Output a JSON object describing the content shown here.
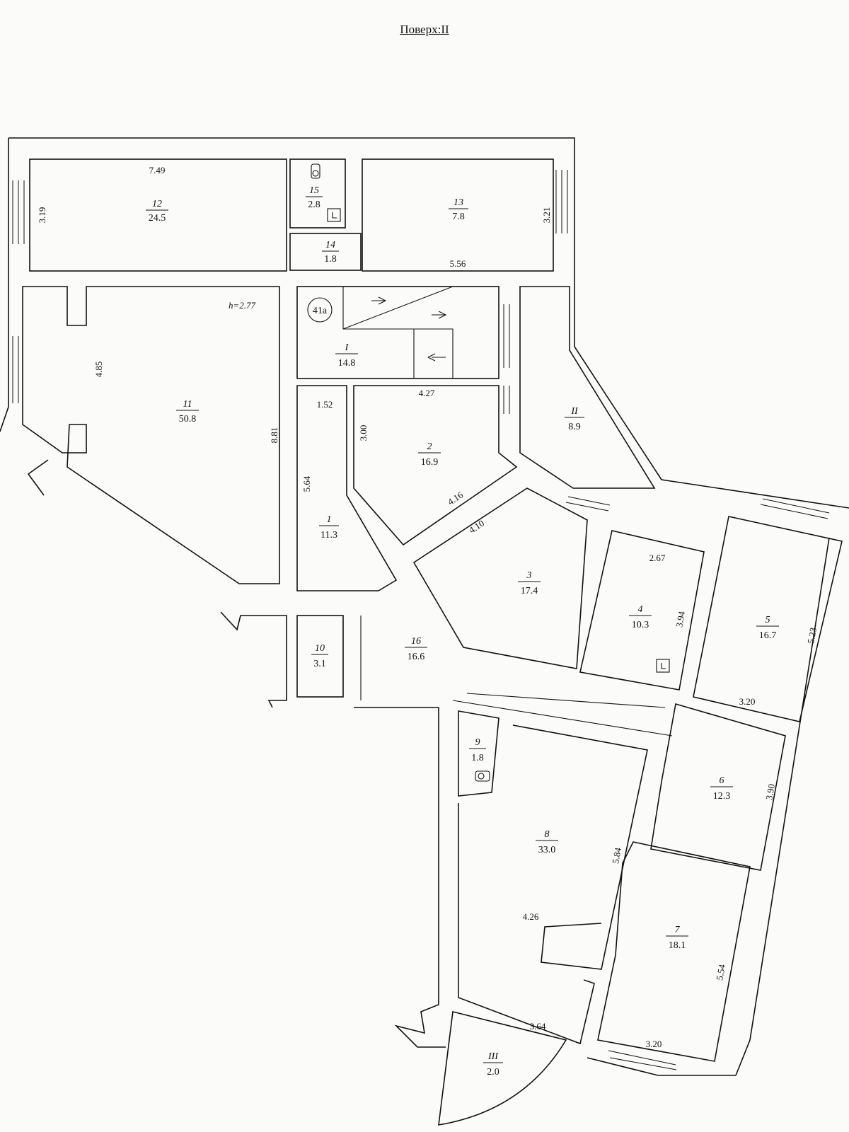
{
  "title": "Поверх:II",
  "marker": "41a",
  "height_note": "h=2.77",
  "rooms": [
    {
      "id": "12",
      "area": "24.5"
    },
    {
      "id": "15",
      "area": "2.8"
    },
    {
      "id": "13",
      "area": "7.8"
    },
    {
      "id": "14",
      "area": "1.8"
    },
    {
      "id": "11",
      "area": "50.8"
    },
    {
      "id": "I",
      "area": "14.8"
    },
    {
      "id": "II",
      "area": "8.9"
    },
    {
      "id": "2",
      "area": "16.9"
    },
    {
      "id": "1",
      "area": "11.3"
    },
    {
      "id": "3",
      "area": "17.4"
    },
    {
      "id": "4",
      "area": "10.3"
    },
    {
      "id": "5",
      "area": "16.7"
    },
    {
      "id": "10",
      "area": "3.1"
    },
    {
      "id": "16",
      "area": "16.6"
    },
    {
      "id": "9",
      "area": "1.8"
    },
    {
      "id": "6",
      "area": "12.3"
    },
    {
      "id": "8",
      "area": "33.0"
    },
    {
      "id": "7",
      "area": "18.1"
    },
    {
      "id": "III",
      "area": "2.0"
    }
  ],
  "dimensions": [
    "7.49",
    "3.19",
    "3.21",
    "5.56",
    "4.85",
    "8.81",
    "1.52",
    "4.27",
    "3.00",
    "5.64",
    "4.16",
    "4.10",
    "2.67",
    "3.94",
    "5.23",
    "3.20",
    "3.90",
    "5.84",
    "4.26",
    "5.54",
    "3.64",
    "3.20"
  ]
}
